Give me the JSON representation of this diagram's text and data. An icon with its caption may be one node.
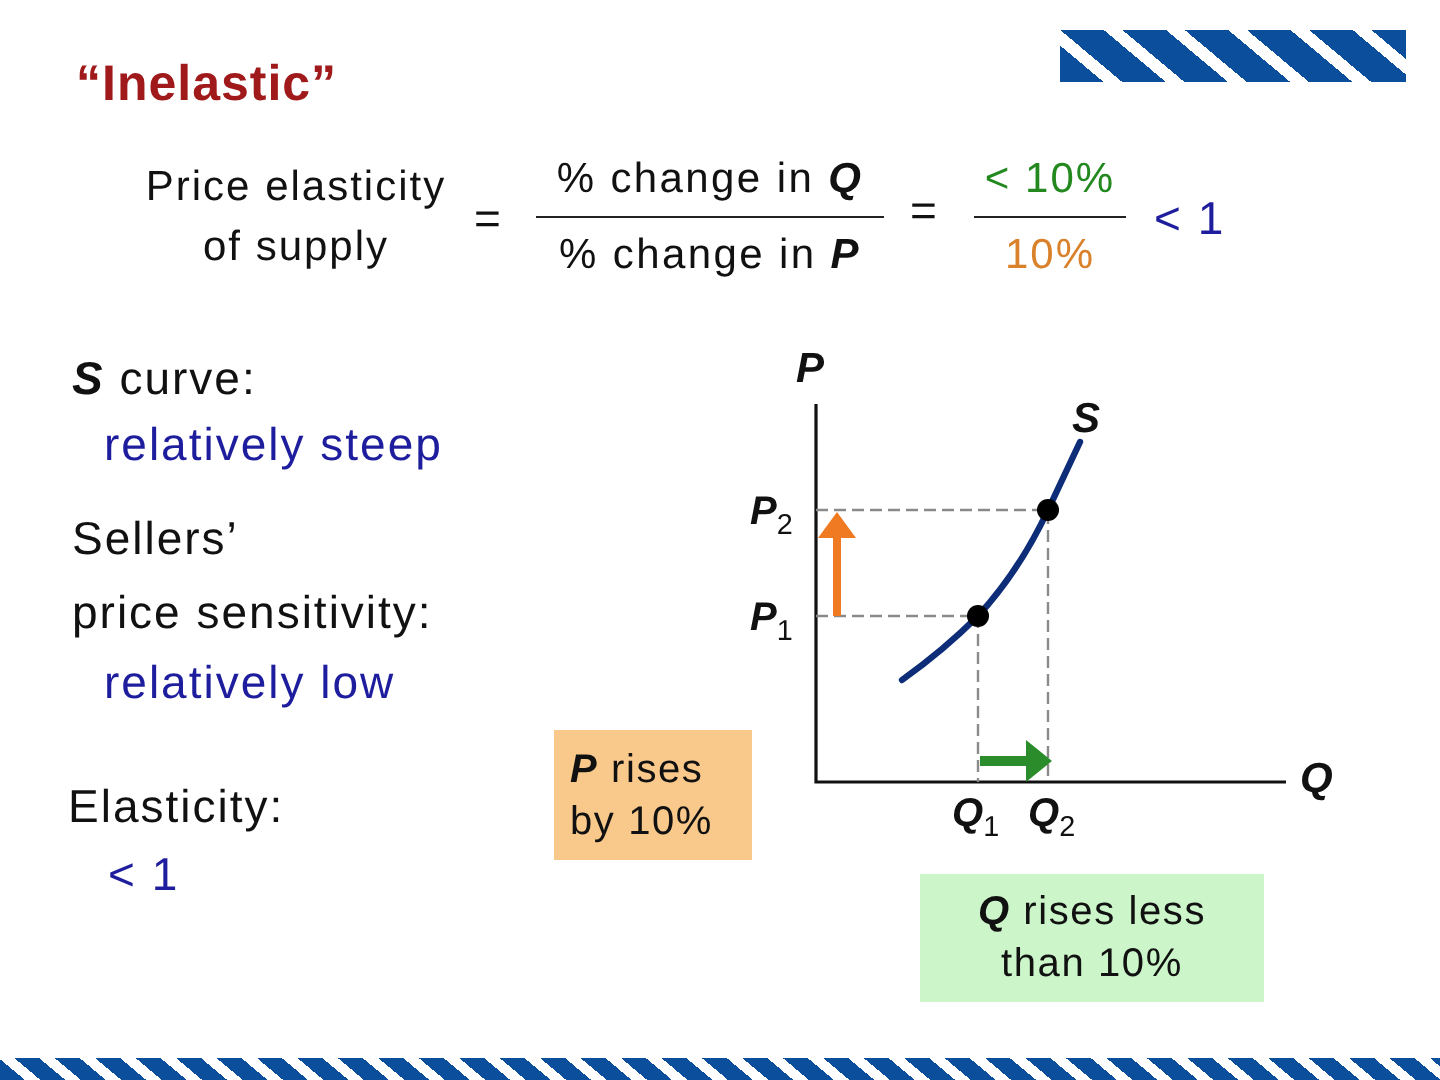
{
  "diagram": {
    "title": "“Inelastic”",
    "nodes": [
      {
        "text": [
          "**P** rises by 10%"
        ]
      },
      {
        "text": [
          "**Q** rises less than 10%"
        ]
      }
    ],
    "labels": [
      "Price elasticity of supply",
      "=",
      "% change in **Q**",
      "% change in **P**",
      "=",
      "< 10%",
      "10%",
      "< 1",
      "**S** curve:",
      "relatively steep",
      "P",
      "S",
      "Sellers’",
      "price sensitivity:",
      "P$_{2}$",
      "P$_{1}$",
      "relatively low",
      "Elasticity:",
      "< 1",
      "Q$_{1}$",
      "Q$_{2}$",
      "Q"
    ]
  }
}
